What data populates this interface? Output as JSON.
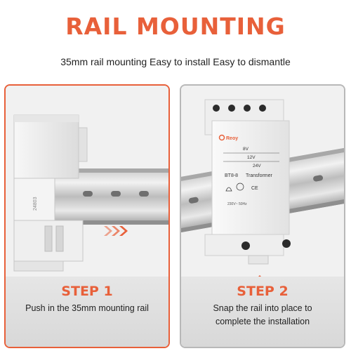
{
  "title": "RAIL MOUNTING",
  "subtitle": "35mm rail mounting Easy to install Easy to dismantle",
  "colors": {
    "accent": "#e8603a",
    "text": "#222222",
    "panel_border": "#b8b8b8"
  },
  "steps": [
    {
      "label": "STEP 1",
      "description_lines": [
        "Push in the 35mm mounting rail"
      ],
      "device_text": "24803"
    },
    {
      "label": "STEP 2",
      "description_lines": [
        "Snap the rail into place to",
        "complete the installation"
      ]
    }
  ],
  "transformer": {
    "brand": "Reoy",
    "voltages": [
      "8V",
      "12V",
      "24V"
    ],
    "model": "BT8-8",
    "type": "Transformer",
    "rating": "230V~ 50Hz",
    "mark": "CE"
  },
  "icons": [
    "arrow-right-icon",
    "arrow-up-icon",
    "bell-icon"
  ]
}
